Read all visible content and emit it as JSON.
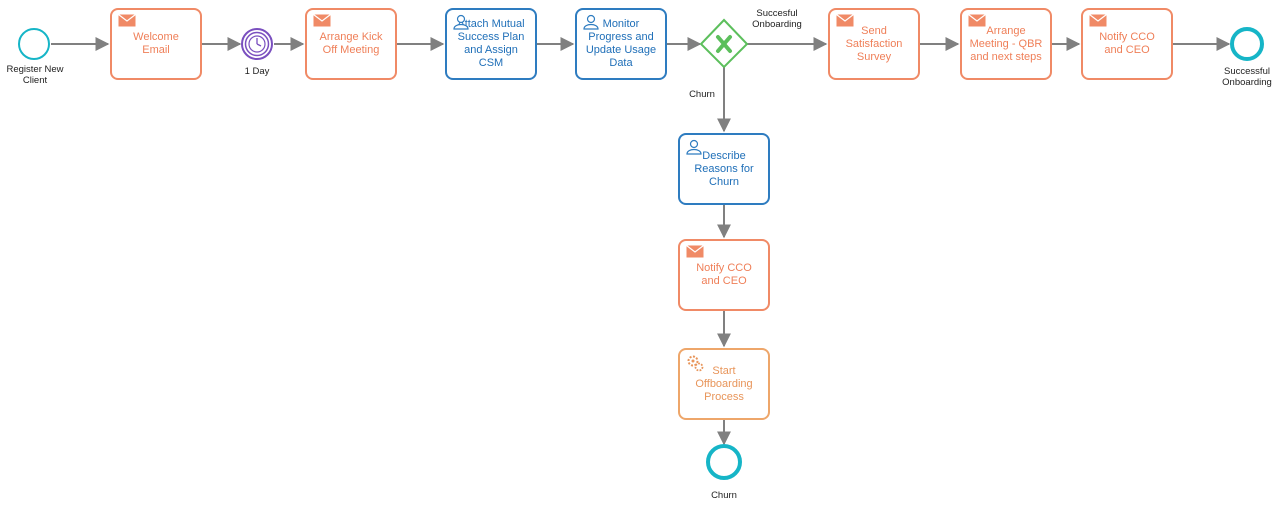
{
  "start_event": {
    "label": "Register New Client"
  },
  "tasks": {
    "welcome": {
      "label": "Welcome Email",
      "icon": "envelope-icon"
    },
    "kickoff": {
      "label": "Arrange Kick Off Meeting",
      "icon": "envelope-icon"
    },
    "attach": {
      "label": "Attach Mutual Success Plan and Assign CSM",
      "icon": "user-icon"
    },
    "monitor": {
      "label": "Monitor Progress and Update Usage Data",
      "icon": "user-icon"
    },
    "survey": {
      "label": "Send Satisfaction Survey",
      "icon": "envelope-icon"
    },
    "meeting": {
      "label": "Arrange Meeting - QBR and next steps",
      "icon": "envelope-icon"
    },
    "notify_top": {
      "label": "Notify CCO and CEO",
      "icon": "envelope-icon"
    },
    "describe": {
      "label": "Describe Reasons for Churn",
      "icon": "user-icon"
    },
    "notify_bottom": {
      "label": "Notify CCO and CEO",
      "icon": "envelope-icon"
    },
    "offboard": {
      "label": "Start Offboarding Process",
      "icon": "gears-icon"
    }
  },
  "timer_event": {
    "label": "1 Day",
    "icon": "clock-icon"
  },
  "gateway": {
    "icon": "x-gateway-icon"
  },
  "flows": {
    "success_label": "Succesful Onboarding",
    "churn_label": "Churn"
  },
  "end_events": {
    "success": {
      "label": "Successful Onboarding"
    },
    "churn": {
      "label": "Churn"
    }
  },
  "colors": {
    "send_task": "#f08a66",
    "user_task": "#2e7cc0",
    "service_task": "#eea66a",
    "event": "#16b5c7",
    "timer": "#7a4fbf",
    "gateway": "#5cbf5c",
    "flow": "#808080"
  }
}
